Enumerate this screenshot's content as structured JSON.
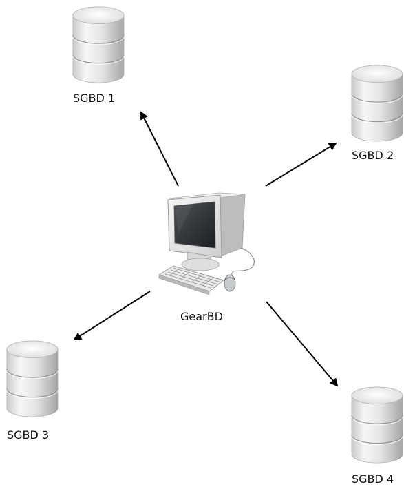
{
  "diagram": {
    "center": {
      "label": "GearBD",
      "icon": "computer-icon"
    },
    "databases": [
      {
        "label": "SGBD 1",
        "icon": "database-icon"
      },
      {
        "label": "SGBD 2",
        "icon": "database-icon"
      },
      {
        "label": "SGBD 3",
        "icon": "database-icon"
      },
      {
        "label": "SGBD 4",
        "icon": "database-icon"
      }
    ],
    "colors": {
      "arrow": "#000000",
      "text": "#111111",
      "db_light": "#f4f4f4",
      "db_dark": "#a9a9a9",
      "monitor_bezel": "#e6e6e6",
      "screen": "#2b2f33"
    }
  }
}
